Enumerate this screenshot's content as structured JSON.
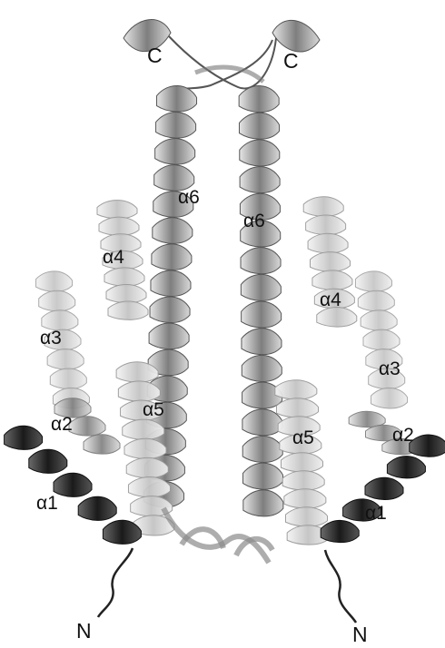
{
  "labels": {
    "c_left": "C",
    "c_right": "C",
    "n_left": "N",
    "n_right": "N",
    "a1_left": "α1",
    "a1_right": "α1",
    "a2_left": "α2",
    "a2_right": "α2",
    "a3_left": "α3",
    "a3_right": "α3",
    "a4_left": "α4",
    "a4_right": "α4",
    "a5_left": "α5",
    "a5_right": "α5",
    "a6_left": "α6",
    "a6_right": "α6"
  },
  "colors": {
    "background": "#ffffff",
    "helix_light": "#cfcfcf",
    "helix_mid": "#8d8d8d",
    "helix_dark": "#2b2b2b",
    "text": "#111111"
  }
}
